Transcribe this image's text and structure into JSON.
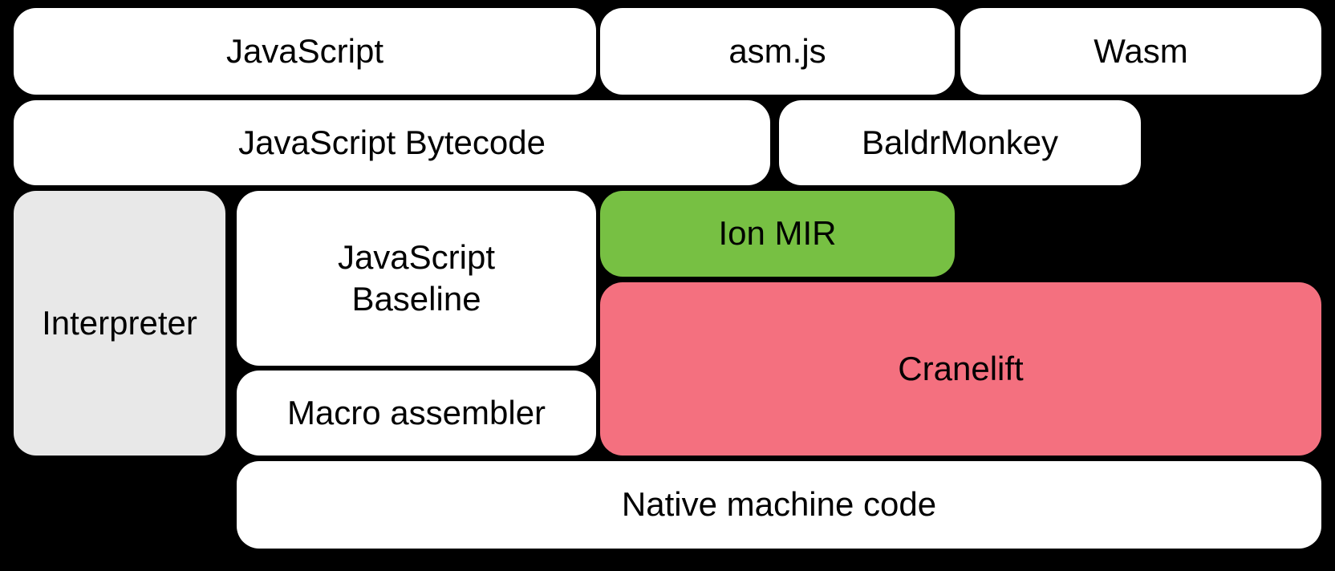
{
  "diagram": {
    "background": "#000000",
    "text_color": "#000000",
    "nodes": [
      {
        "id": "javascript",
        "label": "JavaScript",
        "color": "#ffffff"
      },
      {
        "id": "asm-js",
        "label": "asm.js",
        "color": "#ffffff"
      },
      {
        "id": "wasm",
        "label": "Wasm",
        "color": "#ffffff"
      },
      {
        "id": "javascript-bytecode",
        "label": "JavaScript Bytecode",
        "color": "#ffffff"
      },
      {
        "id": "baldrmonkey",
        "label": "BaldrMonkey",
        "color": "#ffffff"
      },
      {
        "id": "interpreter",
        "label": "Interpreter",
        "color": "#e8e8e8"
      },
      {
        "id": "javascript-baseline",
        "label": "JavaScript Baseline",
        "color": "#ffffff"
      },
      {
        "id": "ion-mir",
        "label": "Ion MIR",
        "color": "#77c043"
      },
      {
        "id": "cranelift",
        "label": "Cranelift",
        "color": "#f4707f"
      },
      {
        "id": "macro-assembler",
        "label": "Macro assembler",
        "color": "#ffffff"
      },
      {
        "id": "native-machine-code",
        "label": "Native machine code",
        "color": "#ffffff"
      }
    ]
  }
}
